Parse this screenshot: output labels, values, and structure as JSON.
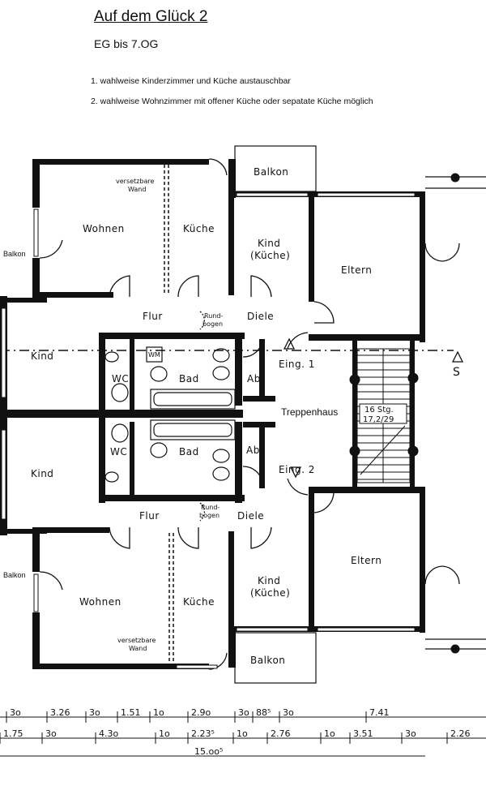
{
  "header": {
    "title": "Auf dem Glück 2",
    "subtitle": "EG bis 7.OG",
    "notes": [
      "1.  wahlweise Kinderzimmer und Küche austauschbar",
      "2. wahlweise Wohnzimmer mit offener Küche oder sepatate Küche möglich"
    ]
  },
  "plan": {
    "upper": {
      "wohnen": "Wohnen",
      "kueche": "Küche",
      "kind_kueche_1": "Kind",
      "kind_kueche_2": "(Küche)",
      "eltern": "Eltern",
      "flur": "Flur",
      "rundbogen_1": "Rund-",
      "rundbogen_2": "bogen",
      "diele": "Diele",
      "balkon": "Balkon",
      "balkon_left": "Balkon",
      "versetzbare_1": "versetzbare",
      "versetzbare_2": "Wand",
      "kind": "Kind",
      "wc": "WC",
      "bad": "Bad",
      "wm": "WM",
      "ab": "Ab.",
      "eingang": "Eing. 1"
    },
    "lower": {
      "wohnen": "Wohnen",
      "kueche": "Küche",
      "kind_kueche_1": "Kind",
      "kind_kueche_2": "(Küche)",
      "eltern": "Eltern",
      "flur": "Flur",
      "rundbogen_1": "Rund-",
      "rundbogen_2": "bogen",
      "diele": "Diele",
      "balkon": "Balkon",
      "balkon_left": "Balkon",
      "versetzbare_1": "versetzbare",
      "versetzbare_2": "Wand",
      "kind": "Kind",
      "wc": "WC",
      "bad": "Bad",
      "ab": "Ab.",
      "eingang": "Eing. 2"
    },
    "stair": {
      "label": "Treppenhaus",
      "steps_1": "16 Stg.",
      "steps_2": "17,2/29"
    },
    "section_marker": "S"
  },
  "dimensions": {
    "row1": [
      "3o",
      "3.26",
      "3o",
      "1.51",
      "1o",
      "2.9o",
      "3o",
      "88⁵",
      "3o",
      "7.41"
    ],
    "row2": [
      "1.75",
      "3o",
      "4.3o",
      "1o",
      "2.23⁵",
      "1o",
      "2.76",
      "1o",
      "3.51",
      "3o",
      "2.26"
    ],
    "total": "15.oo⁵"
  },
  "colors": {
    "wall": "#111111",
    "paper": "#ffffff"
  }
}
